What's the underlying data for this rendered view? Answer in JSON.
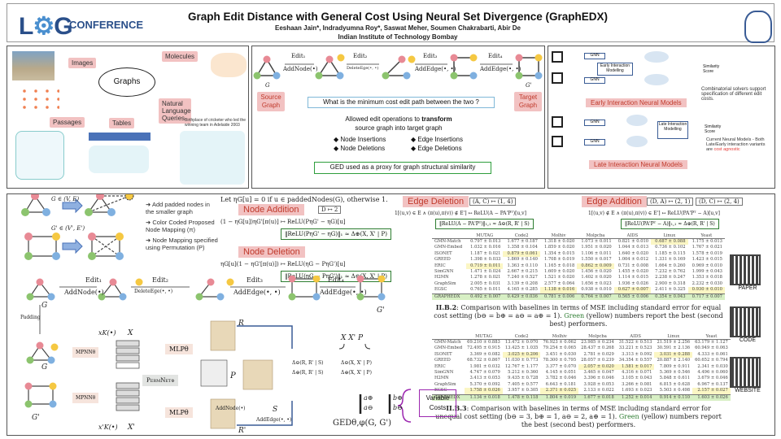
{
  "header": {
    "logo_text": "LoG",
    "conference_label": "CONFERENCE",
    "title": "Graph Edit Distance  with General Cost Using Neural Set Divergence (GraphEDX)",
    "authors": "Eeshaan  Jain*, Indradyumna Roy*, Saswat Meher, Soumen Chakrabarti, Abir De",
    "affiliation": "Indian Institute of Technology  Bombay"
  },
  "panel1": {
    "center": "Graphs",
    "sources": [
      "Images",
      "Molecules",
      "Passages",
      "Tables",
      "Natural Language Queries"
    ],
    "query_caption": "Birthplace of cricketer who led the winning team in Adelaide 2003"
  },
  "panel2": {
    "edits": [
      {
        "name": "Edit₁",
        "op": "AddNode(•)"
      },
      {
        "name": "Edit₂",
        "op": "DeleteEge(•, •)"
      },
      {
        "name": "Edit₃",
        "op": "AddEdge(•, •)"
      },
      {
        "name": "Edit₄",
        "op": "AddEdge(•, •)"
      }
    ],
    "source_label": "G",
    "target_label": "G'",
    "source_tag": "Source Graph",
    "target_tag": "Target Graph",
    "question": "What is the minimum cost edit path between the two ?",
    "allowed_1": "Allowed edit operations to",
    "allowed_bold": "transform",
    "allowed_2": "source graph into target graph",
    "ops": [
      "Node Insertions",
      "Edge Insertions",
      "Node Deletions",
      "Edge Deletions"
    ],
    "ged_note": "GED used as a proxy for graph structural similarity"
  },
  "panel3": {
    "gnn": "GNN",
    "early_block": "Early Interaction Modelling",
    "late_block": "Late Interaction Modelling",
    "similarity": "Similarity Score",
    "early_title": "Early Interaction Neural Models",
    "late_title": "Late Interaction Neural Models",
    "note1": "Combinatorial solvers support specification of different edit costs.",
    "note2": "Current Neural Models - Both Late/Early interaction variants are",
    "note2_red": "cost agnostic"
  },
  "method": {
    "g_label": "G ∈ (V, E)",
    "gp_label": "G' ∈ (V', E')",
    "bullets": [
      "Add padded nodes in the smaller graph",
      "Color Coded Proposed Node Mapping (π)",
      "Node Mapping specified using Permutation (P)"
    ],
    "eta_def": "Let ηG[u] = 0 if u ∈ paddedNodes(G), otherwise 1.",
    "node_addition": "Node Addition",
    "node_addition_map": "D ↦ 2",
    "node_addition_eq": "(1 − ηG[u])ηG'[π(u)]   ↦   ReLU(PηG' − ηG)[u]",
    "node_addition_box": "‖ReLU(PηG' − ηG)‖₁ ≈ Δ⊕(X, X' | P)",
    "node_deletion": "Node Deletion",
    "node_deletion_eq": "ηG[u](1 − ηG'[π(u)])   ↦   ReLU(ηG − PηG')[u]",
    "node_deletion_box": "‖ReLU(ηG − PηG')‖₁ ≈ Δ⊖(X, X' | P)",
    "edge_deletion": "Edge Deletion",
    "edge_deletion_map": "(A, C) ↦ (1, 4)",
    "edge_deletion_eq": "1[(u,v) ∈ E ∧ (π(u),π(v)) ∉ E']   ↦   ReLU(A − PA'Pᵀ)[u,v]",
    "edge_deletion_box": "‖ReLU(A − PA'Pᵀ)‖₁,₁ ≈ Δ⊖(R, R' | S)",
    "edge_addition": "Edge Addition",
    "edge_addition_map1": "(D, A) ↦ (2, 1)",
    "edge_addition_map2": "(D, C) ↦ (2, 4)",
    "edge_addition_eq": "1[(u,v) ∉ E ∧ (π(u),π(v)) ∈ E']   ↦   ReLU(PA'Pᵀ − A)[u,v]",
    "edge_addition_box": "‖ReLU(PA'Pᵀ − A)‖₁,₁ ≈ Δ⊕(R, R' | S)"
  },
  "arch": {
    "padding": "Padding",
    "mpnn": "MPNNθ",
    "mlp": "MLPθ",
    "permnet": "PermNetφ",
    "x": "X",
    "xp": "X'",
    "xk": "xK(•)",
    "xkp": "x'K(•)",
    "r": "R",
    "rp": "R'",
    "p": "P",
    "s": "S",
    "add_node": "AddNode(•)",
    "add_edge": "AddEdge(•, •)",
    "xxp": "X  X'  P",
    "d_edge_minus": "Δ⊖(R, R' | S)",
    "d_edge_plus": "Δ⊕(R, R' | S)",
    "d_node_minus": "Δ⊖(X, X' | P)",
    "d_node_plus": "Δ⊕(X, X' | P)",
    "a_plus": "a⊕",
    "a_minus": "a⊖",
    "b_plus": "b⊕",
    "b_minus": "b⊖",
    "variable_costs": "Variable Costs",
    "ged": "GEDθ,φ(G, G')"
  },
  "table1": {
    "columns": [
      "",
      "MUTAG",
      "Code2",
      "Molhiv",
      "Molpcba",
      "AIDS",
      "Linux",
      "Yeast"
    ],
    "rows": [
      [
        "GMN-Match",
        "0.797 ± 0.013",
        "1.677 ± 0.187",
        "1.318 ± 0.020",
        "1.073 ± 0.011",
        "0.821 ± 0.010",
        "0.687 ± 0.088",
        "1.175 ± 0.013"
      ],
      [
        "GMN-Embed",
        "1.032 ± 0.016",
        "1.358 ± 0.104",
        "1.859 ± 0.020",
        "1.951 ± 0.020",
        "1.044 ± 0.013",
        "0.736 ± 0.102",
        "1.767 ± 0.021"
      ],
      [
        "ISONET",
        "1.187 ± 0.021",
        "0.879 ± 0.061",
        "1.354 ± 0.015",
        "1.106 ± 0.011",
        "1.640 ± 0.020",
        "1.185 ± 0.115",
        "1.578 ± 0.019"
      ],
      [
        "GREED",
        "1.398 ± 0.033",
        "1.869 ± 0.140",
        "1.708 ± 0.019",
        "1.550 ± 0.017",
        "1.004 ± 0.012",
        "1.331 ± 0.169",
        "1.423 ± 0.015"
      ],
      [
        "ERIC",
        "0.719 ± 0.011",
        "1.363 ± 0.110",
        "1.165 ± 0.018",
        "0.862 ± 0.009",
        "0.731 ± 0.008",
        "1.664 ± 0.260",
        "0.969 ± 0.010"
      ],
      [
        "SimGNN",
        "1.471 ± 0.024",
        "2.667 ± 0.215",
        "1.609 ± 0.020",
        "1.456 ± 0.020",
        "1.455 ± 0.020",
        "7.232 ± 0.762",
        "1.999 ± 0.043"
      ],
      [
        "H2MN",
        "1.278 ± 0.021",
        "7.240 ± 0.527",
        "1.521 ± 0.020",
        "1.402 ± 0.020",
        "1.114 ± 0.015",
        "2.238 ± 0.247",
        "1.353 ± 0.018"
      ],
      [
        "GraphSim",
        "2.005 ± 0.031",
        "3.139 ± 0.208",
        "2.577 ± 0.064",
        "1.656 ± 0.023",
        "1.936 ± 0.026",
        "2.900 ± 0.318",
        "2.232 ± 0.030"
      ],
      [
        "EGSC",
        "0.765 ± 0.011",
        "4.165 ± 0.285",
        "1.138 ± 0.016",
        "0.938 ± 0.010",
        "0.627 ± 0.007",
        "2.411 ± 0.325",
        "0.930 ± 0.010"
      ],
      [
        "GRAPHEDX",
        "0.492 ± 0.007",
        "0.429 ± 0.036",
        "0.781 ± 0.006",
        "0.764 ± 0.007",
        "0.565 ± 0.006",
        "0.354 ± 0.043",
        "0.717 ± 0.007"
      ]
    ],
    "second_best": [
      [
        0,
        6
      ],
      [
        2,
        2
      ],
      [
        4,
        1
      ],
      [
        4,
        4
      ],
      [
        8,
        3
      ],
      [
        8,
        5
      ],
      [
        8,
        7
      ]
    ],
    "caption_id": "II.B.2",
    "caption": ": Comparison with baselines in terms of MSE including standard error for equal cost setting (b⊖ = b⊕ = a⊖ = a⊕ = 1).",
    "caption_green": "Green",
    "caption_tail": "(yellow) numbers report the best (second best) performers."
  },
  "table2": {
    "columns": [
      "",
      "MUTAG",
      "Code2",
      "Molhiv",
      "Molpcba",
      "AIDS",
      "Linux",
      "Yeast"
    ],
    "rows": [
      [
        "GMN-Match",
        "69.210 ± 0.883",
        "13.472 ± 0.070",
        "76.923 ± 0.062",
        "23.985 ± 0.234",
        "31.522 ± 0.513",
        "21.519 ± 2.256",
        "63.179 ± 1.127"
      ],
      [
        "GMN-Embed",
        "72.495 ± 0.915",
        "13.425 ± 1.035",
        "79.254 ± 0.065",
        "28.437 ± 0.268",
        "33.221 ± 0.523",
        "30.591 ± 2.136",
        "60.949 ± 0.063"
      ],
      [
        "ISONET",
        "3.369 ± 0.082",
        "3.025 ± 0.206",
        "3.451 ± 0.030",
        "2.781 ± 0.029",
        "3.313 ± 0.092",
        "3.031 ± 0.288",
        "4.333 ± 0.061"
      ],
      [
        "GREED",
        "68.732 ± 0.867",
        "11.030 ± 0.773",
        "78.300 ± 0.795",
        "28.057 ± 0.239",
        "34.354 ± 0.557",
        "20.887 ± 2.140",
        "60.652 ± 0.794"
      ],
      [
        "ERIC",
        "1.981 ± 0.032",
        "12.767 ± 1.177",
        "3.377 ± 0.070",
        "2.057 ± 0.020",
        "1.581 ± 0.017",
        "7.809 ± 0.911",
        "2.341 ± 0.030"
      ],
      [
        "SimGNN",
        "4.747 ± 0.079",
        "5.212 ± 0.360",
        "4.145 ± 0.051",
        "3.465 ± 0.047",
        "4.316 ± 0.071",
        "5.369 ± 0.546",
        "4.496 ± 0.060"
      ],
      [
        "H2MN",
        "3.413 ± 0.053",
        "9.435 ± 0.728",
        "3.782 ± 0.046",
        "3.396 ± 0.046",
        "3.105 ± 0.043",
        "5.848 ± 0.611",
        "3.679 ± 0.046"
      ],
      [
        "GraphSim",
        "5.370 ± 0.092",
        "7.405 ± 0.577",
        "6.643 ± 0.181",
        "3.928 ± 0.053",
        "3.266 ± 0.081",
        "6.815 ± 0.628",
        "6.967 ± 0.137"
      ],
      [
        "EGSC",
        "1.758 ± 0.026",
        "3.957 ± 0.305",
        "2.371 ± 0.025",
        "2.133 ± 0.022",
        "1.693 ± 0.023",
        "5.503 ± 0.498",
        "2.157 ± 0.027"
      ],
      [
        "GRAPHEDX",
        "1.134 ± 0.018",
        "1.478 ± 0.118",
        "1.804 ± 0.019",
        "1.677 ± 0.018",
        "1.252 ± 0.014",
        "0.914 ± 0.110",
        "1.603 ± 0.026"
      ],
      []
    ],
    "second_best": [
      [
        2,
        2
      ],
      [
        2,
        6
      ],
      [
        4,
        4
      ],
      [
        4,
        5
      ],
      [
        8,
        1
      ],
      [
        8,
        3
      ],
      [
        8,
        7
      ]
    ],
    "caption_id": "II.B.3",
    "caption": ": Comparison with baselines in terms of MSE including standard error for unequal cost setting (b⊖ = 3, b⊕ = 1, a⊖ = 2, a⊕ = 1).",
    "caption_green": "Green",
    "caption_tail": "(yellow) numbers report the best (second best) performers."
  },
  "qr_codes": [
    "PAPER",
    "CODE",
    "WEBSITE"
  ]
}
